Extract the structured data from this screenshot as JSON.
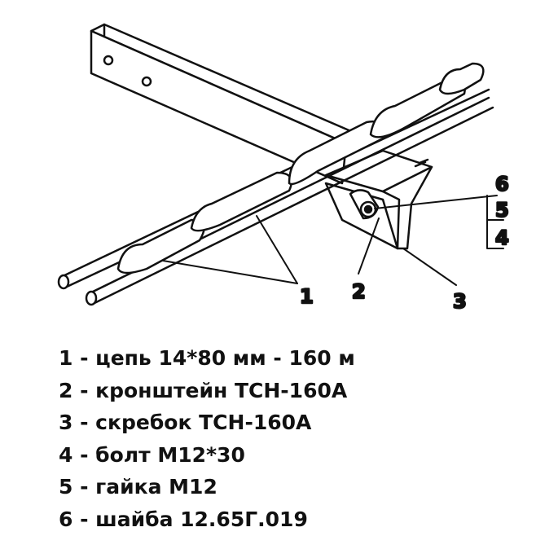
{
  "callouts": {
    "c1": "1",
    "c2": "2",
    "c3": "3",
    "c4": "4",
    "c5": "5",
    "c6": "6"
  },
  "legend": [
    "1 - цепь 14*80 мм - 160 м",
    "2 - кронштейн ТСН-160А",
    "3 - скребок ТСН-160А",
    "4 - болт М12*30",
    "5 - гайка М12",
    "6 - шайба 12.65Г.019"
  ]
}
